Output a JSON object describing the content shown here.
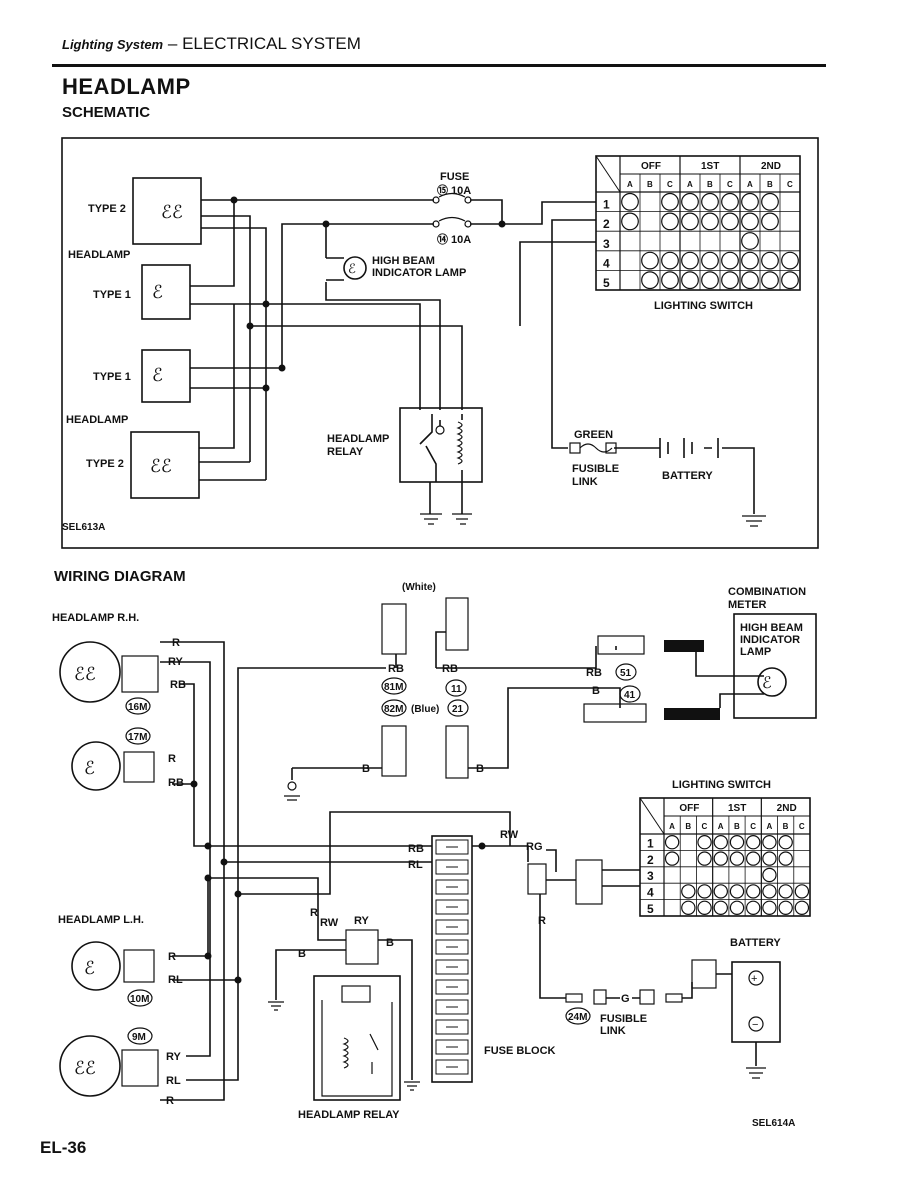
{
  "header": {
    "section": "Lighting System",
    "dash": "–",
    "title": "ELECTRICAL SYSTEM"
  },
  "headings": {
    "main": "HEADLAMP",
    "schematic": "SCHEMATIC",
    "wiring": "WIRING DIAGRAM"
  },
  "page_number": "EL-36",
  "schematic": {
    "type2_top": "TYPE 2",
    "headlamp_top": "HEADLAMP",
    "type1_a": "TYPE 1",
    "type1_b": "TYPE 1",
    "headlamp_bottom": "HEADLAMP",
    "type2_bottom": "TYPE 2",
    "fuse": "FUSE",
    "fuse15": "⑮ 10A",
    "fuse14": "⑭ 10A",
    "hb_indicator_1": "HIGH BEAM",
    "hb_indicator_2": "INDICATOR LAMP",
    "relay_1": "HEADLAMP",
    "relay_2": "RELAY",
    "green": "GREEN",
    "fusible_1": "FUSIBLE",
    "fusible_2": "LINK",
    "battery": "BATTERY",
    "lighting_switch": "LIGHTING SWITCH",
    "code": "SEL613A"
  },
  "switch_table": {
    "groups": [
      "OFF",
      "1ST",
      "2ND"
    ],
    "cols": [
      "A",
      "B",
      "C",
      "A",
      "B",
      "C",
      "A",
      "B",
      "C"
    ],
    "rows": [
      "1",
      "2",
      "3",
      "4",
      "5"
    ]
  },
  "wiring": {
    "hl_rh": "HEADLAMP R.H.",
    "hl_lh": "HEADLAMP L.H.",
    "white": "(White)",
    "blue": "(Blue)",
    "c16m": "16M",
    "c17m": "17M",
    "c10m": "10M",
    "c9m": "9M",
    "c81m": "81M",
    "c82m": "82M",
    "c11": "11",
    "c21": "21",
    "c51": "51",
    "c41": "41",
    "c24m": "24M",
    "w_r": "R",
    "w_ry": "RY",
    "w_rb": "RB",
    "w_rl": "RL",
    "w_b": "B",
    "w_rw": "RW",
    "w_rg": "RG",
    "w_g": "G",
    "combo_1": "COMBINATION",
    "combo_2": "METER",
    "hbl_1": "HIGH BEAM",
    "hbl_2": "INDICATOR",
    "hbl_3": "LAMP",
    "lighting_switch": "LIGHTING SWITCH",
    "battery": "BATTERY",
    "fusible_1": "FUSIBLE",
    "fusible_2": "LINK",
    "fuse_block": "FUSE BLOCK",
    "relay": "HEADLAMP RELAY",
    "code": "SEL614A"
  }
}
